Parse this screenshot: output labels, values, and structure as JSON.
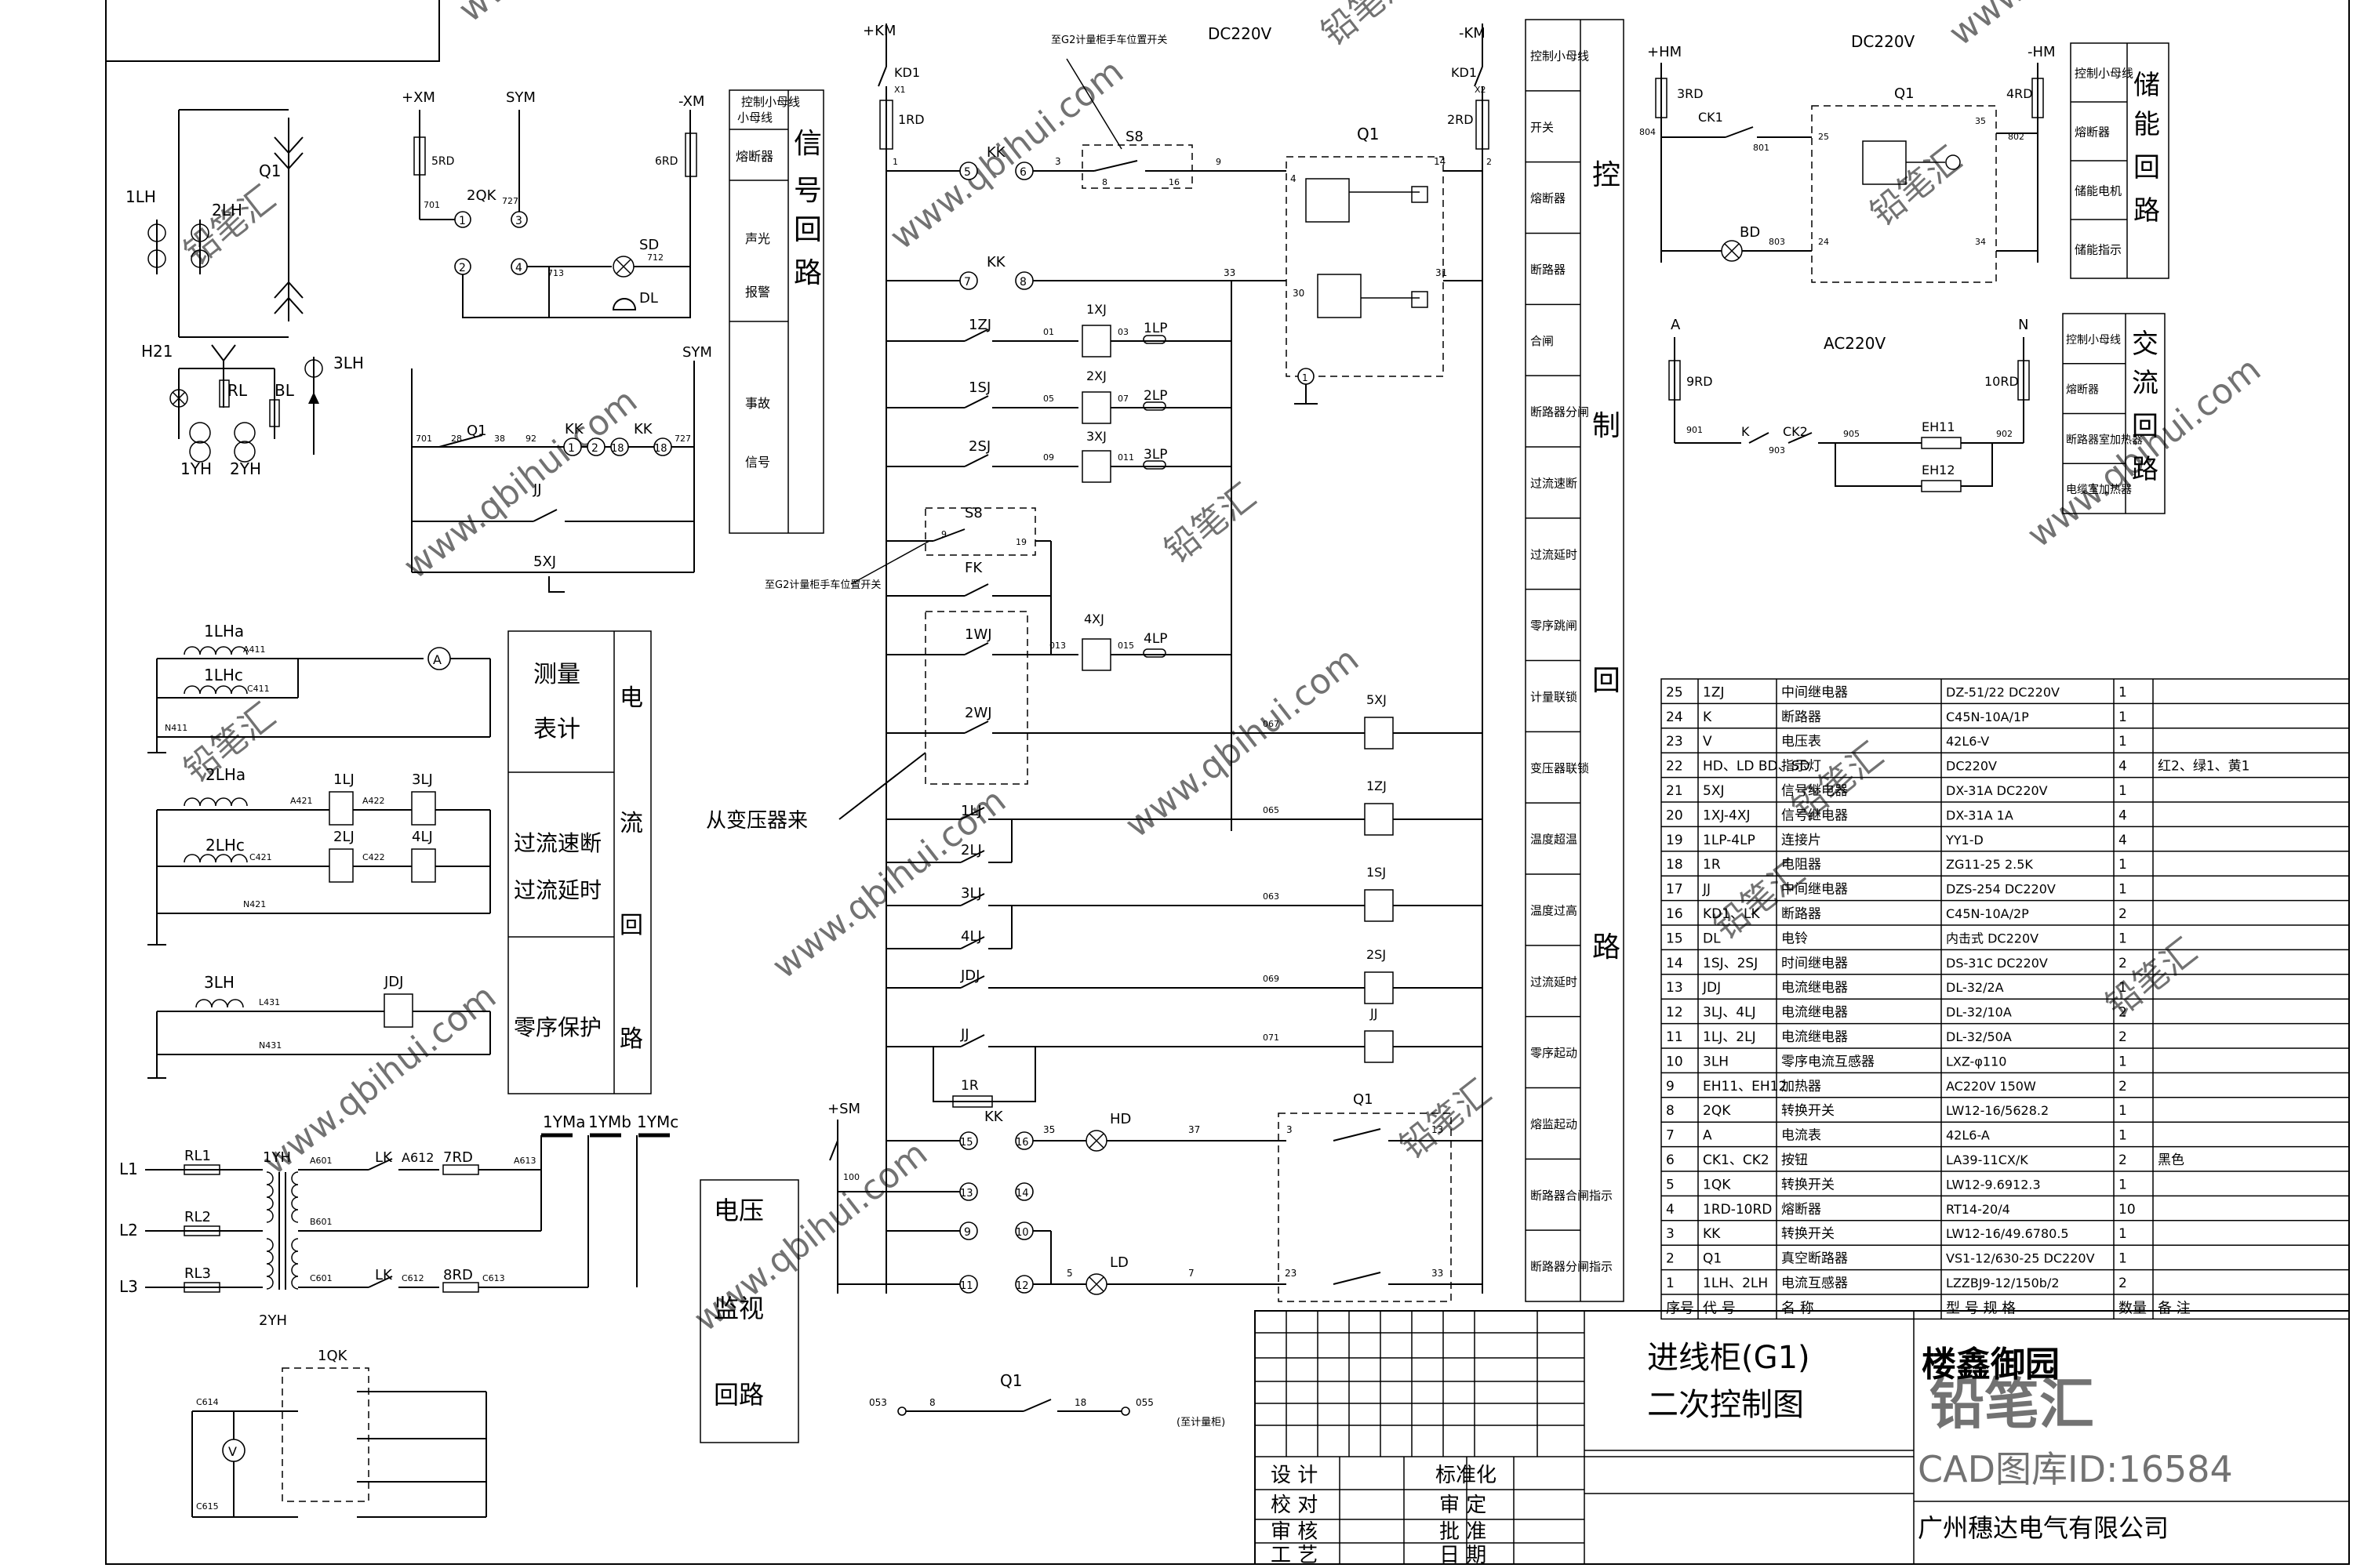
{
  "colors": {
    "line": "#000000",
    "background": "#ffffff",
    "watermark": "#c8c8c8"
  },
  "watermark": {
    "site": "www.qbihui.com",
    "brand": "铅笔汇",
    "cad_id": "CAD图库ID:16584"
  },
  "buses": {
    "pkm": "+KM",
    "nkm": "-KM",
    "dc220": "DC220V",
    "pxm": "+XM",
    "nxm": "-XM",
    "sym": "SYM",
    "phm": "+HM",
    "nhm": "-HM",
    "ac220": "AC220V",
    "a": "A",
    "n": "N",
    "psm": "+SM"
  },
  "signal_legend": {
    "title": "信号回路",
    "cells": [
      "控制小母线",
      "熔断器",
      "声光",
      "报警",
      "事故",
      "信号"
    ]
  },
  "control_legend": {
    "title": "控制回路",
    "cells": [
      "控制小母线",
      "开关",
      "熔断器",
      "断路器",
      "合闸",
      "断路器分闸",
      "过流速断",
      "过流延时",
      "零序跳闸",
      "计量联锁",
      "变压器联锁",
      "温度超温",
      "温度过高",
      "过流延时",
      "零序起动",
      "熔监起动",
      "断路器合闸指示",
      "断路器分闸指示"
    ]
  },
  "storage_legend": {
    "title": "储能回路",
    "cells": [
      "控制小母线",
      "熔断器",
      "储能电机",
      "储能指示"
    ]
  },
  "ac_legend": {
    "title": "交流回路",
    "cells": [
      "控制小母线",
      "熔断器",
      "断路器室加热器",
      "电缆室加热器"
    ]
  },
  "current_legend": {
    "title": "电流回路",
    "cells": [
      "测量表计",
      "过流速断过流延时",
      "零序保护"
    ]
  },
  "voltage_legend": {
    "cells": [
      "电压",
      "监视",
      "回路"
    ]
  },
  "labels": {
    "q1": "Q1",
    "lh1": "1LH",
    "lh2": "2LH",
    "lh3": "3LH",
    "h21": "H21",
    "rl": "RL",
    "bl": "BL",
    "yh1": "1YH",
    "yh2": "2YH",
    "rd5": "5RD",
    "rd6": "6RD",
    "zk2": "2QK",
    "sd": "SD",
    "dl": "DL",
    "kk": "KK",
    "jj": "JJ",
    "xj5": "5XJ",
    "kd1": "KD1",
    "rd1": "1RD",
    "rd2": "2RD",
    "x1": "X1",
    "x2": "X2",
    "s8": "S8",
    "s8_note": "至G2计量柜手车位置开关",
    "fk": "FK",
    "wj1": "1WJ",
    "wj2": "2WJ",
    "zj1": "1ZJ",
    "sj1": "1SJ",
    "sj2": "2SJ",
    "xj1": "1XJ",
    "xj2": "2XJ",
    "xj3": "3XJ",
    "xj4": "4XJ",
    "lp1": "1LP",
    "lp2": "2LP",
    "lp3": "3LP",
    "lp4": "4LP",
    "lj1": "1LJ",
    "lj2": "2LJ",
    "lj3": "3LJ",
    "lj4": "4LJ",
    "jdj": "JDJ",
    "r1": "1R",
    "hd": "HD",
    "ld": "LD",
    "from_transformer": "从变压器来",
    "rd3": "3RD",
    "rd4": "4RD",
    "ck1": "CK1",
    "bd": "BD",
    "rd9": "9RD",
    "rd10": "10RD",
    "k": "K",
    "ck2": "CK2",
    "eh11": "EH11",
    "eh12": "EH12",
    "lha1": "1LHa",
    "lhc1": "1LHc",
    "lha2": "2LHa",
    "lhc2": "2LHc",
    "ammeter": "A",
    "volt": "V",
    "l1": "L1",
    "l2": "L2",
    "l3": "L3",
    "rl1": "RL1",
    "rl2": "RL2",
    "rl3": "RL3",
    "lk": "LK",
    "rd7": "7RD",
    "rd8": "8RD",
    "qk1": "1QK",
    "ymA": "1YMa",
    "ymB": "1YMb",
    "ymC": "1YMc",
    "to_meter": "(至计量柜)"
  },
  "wires": {
    "w701": "701",
    "w727": "727",
    "w713": "713",
    "w712": "712",
    "w1": "1",
    "w2": "2",
    "w3": "3",
    "w8": "8",
    "w16": "16",
    "w9": "9",
    "w19": "19",
    "w14": "14",
    "w4": "4",
    "w33": "33",
    "w30": "30",
    "w31": "31",
    "w01": "01",
    "w03": "03",
    "w05": "05",
    "w07": "07",
    "w09": "09",
    "w011": "011",
    "w013": "013",
    "w015": "015",
    "w067": "067",
    "w065": "065",
    "w063": "063",
    "w069": "069",
    "w071": "071",
    "w35": "35",
    "w37": "37",
    "w13": "13",
    "w5": "5",
    "w7": "7",
    "w100": "100",
    "w23": "23",
    "w804": "804",
    "w801": "801",
    "w25": "25",
    "w802": "802",
    "w803": "803",
    "w24": "24",
    "w34": "34",
    "w901": "901",
    "w903": "903",
    "w905": "905",
    "w902": "902",
    "w28": "28",
    "w38": "38",
    "w92": "92",
    "wA411": "A411",
    "wC411": "C411",
    "wN411": "N411",
    "wA421": "A421",
    "wA422": "A422",
    "wC421": "C421",
    "wC422": "C422",
    "wN421": "N421",
    "wL431": "L431",
    "wN431": "N431",
    "wA601": "A601",
    "wB601": "B601",
    "wC601": "C601",
    "wA612": "A612",
    "wA613": "A613",
    "wC612": "C612",
    "wC613": "C613",
    "wC614": "C614",
    "wC615": "C615",
    "w053": "053",
    "w18": "18",
    "w055": "055",
    "cn5": "5",
    "cn6": "6",
    "cn7": "7",
    "cn8": "8",
    "cn15": "15",
    "cn16": "16",
    "cn13": "13",
    "cn14": "14",
    "cn9": "9",
    "cn10": "10",
    "cn11": "11",
    "cn12": "12",
    "cn1": "1",
    "cn2": "2",
    "cn3": "3",
    "cn4": "4",
    "cn18": "18"
  },
  "bom": {
    "header": [
      "序号",
      "代 号",
      "名 称",
      "型 号 规 格",
      "数量",
      "备 注"
    ],
    "rows": [
      [
        "25",
        "1ZJ",
        "中间继电器",
        "DZ-51/22 DC220V",
        "1",
        ""
      ],
      [
        "24",
        "K",
        "断路器",
        "C45N-10A/1P",
        "1",
        ""
      ],
      [
        "23",
        "V",
        "电压表",
        "42L6-V",
        "1",
        ""
      ],
      [
        "22",
        "HD、LD BD、SD",
        "指示灯",
        "DC220V",
        "4",
        "红2、绿1、黄1"
      ],
      [
        "21",
        "5XJ",
        "信号继电器",
        "DX-31A DC220V",
        "1",
        ""
      ],
      [
        "20",
        "1XJ-4XJ",
        "信号继电器",
        "DX-31A 1A",
        "4",
        ""
      ],
      [
        "19",
        "1LP-4LP",
        "连接片",
        "YY1-D",
        "4",
        ""
      ],
      [
        "18",
        "1R",
        "电阻器",
        "ZG11-25 2.5K",
        "1",
        ""
      ],
      [
        "17",
        "JJ",
        "中间继电器",
        "DZS-254 DC220V",
        "1",
        ""
      ],
      [
        "16",
        "KD1、LK",
        "断路器",
        "C45N-10A/2P",
        "2",
        ""
      ],
      [
        "15",
        "DL",
        "电铃",
        "内击式 DC220V",
        "1",
        ""
      ],
      [
        "14",
        "1SJ、2SJ",
        "时间继电器",
        "DS-31C DC220V",
        "2",
        ""
      ],
      [
        "13",
        "JDJ",
        "电流继电器",
        "DL-32/2A",
        "1",
        ""
      ],
      [
        "12",
        "3LJ、4LJ",
        "电流继电器",
        "DL-32/10A",
        "2",
        ""
      ],
      [
        "11",
        "1LJ、2LJ",
        "电流继电器",
        "DL-32/50A",
        "2",
        ""
      ],
      [
        "10",
        "3LH",
        "零序电流互感器",
        "LXZ-φ110",
        "1",
        ""
      ],
      [
        "9",
        "EH11、EH12",
        "加热器",
        "AC220V 150W",
        "2",
        ""
      ],
      [
        "8",
        "2QK",
        "转换开关",
        "LW12-16/5628.2",
        "1",
        ""
      ],
      [
        "7",
        "A",
        "电流表",
        "42L6-A",
        "1",
        ""
      ],
      [
        "6",
        "CK1、CK2",
        "按钮",
        "LA39-11CX/K",
        "2",
        "黑色"
      ],
      [
        "5",
        "1QK",
        "转换开关",
        "LW12-9.6912.3",
        "1",
        ""
      ],
      [
        "4",
        "1RD-10RD",
        "熔断器",
        "RT14-20/4",
        "10",
        ""
      ],
      [
        "3",
        "KK",
        "转换开关",
        "LW12-16/49.6780.5",
        "1",
        ""
      ],
      [
        "2",
        "Q1",
        "真空断路器",
        "VS1-12/630-25 DC220V",
        "1",
        ""
      ],
      [
        "1",
        "1LH、2LH",
        "电流互感器",
        "LZZBJ9-12/150b/2",
        "2",
        ""
      ]
    ]
  },
  "title_block": {
    "title_line1": "进线柜(G1)",
    "title_line2": "二次控制图",
    "drawing_name": "楼鑫御园",
    "company": "广州穗达电气有限公司",
    "roles": [
      "设 计",
      "校 对",
      "审 核",
      "工 艺"
    ],
    "approvals": [
      "标准化",
      "审 定",
      "批 准",
      "日 期"
    ]
  }
}
